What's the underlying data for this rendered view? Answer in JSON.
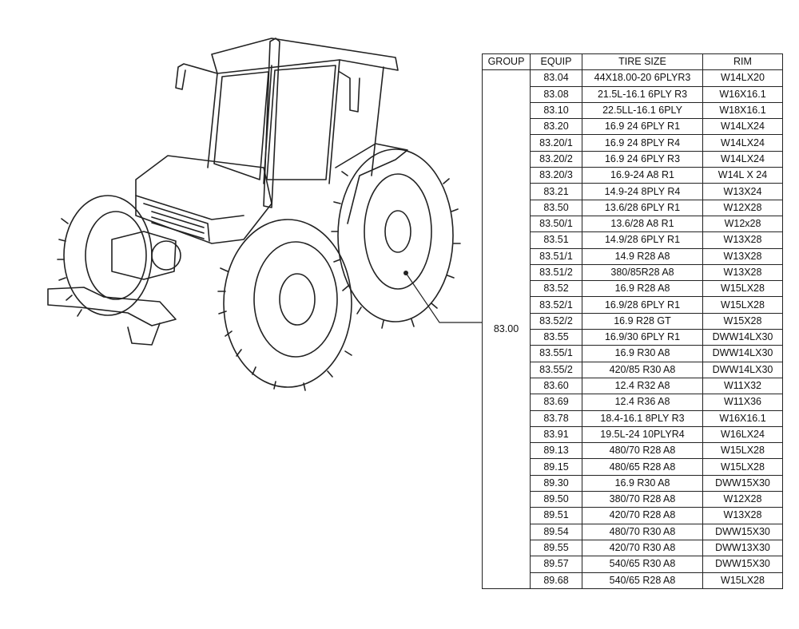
{
  "table": {
    "headers": [
      "GROUP",
      "EQUIP",
      "TIRE SIZE",
      "RIM"
    ],
    "group": "83.00",
    "rows": [
      {
        "equip": "83.04",
        "tire": "44X18.00-20 6PLYR3",
        "rim": "W14LX20"
      },
      {
        "equip": "83.08",
        "tire": "21.5L-16.1 6PLY R3",
        "rim": "W16X16.1"
      },
      {
        "equip": "83.10",
        "tire": "22.5LL-16.1 6PLY",
        "rim": "W18X16.1"
      },
      {
        "equip": "83.20",
        "tire": "16.9 24 6PLY R1",
        "rim": "W14LX24"
      },
      {
        "equip": "83.20/1",
        "tire": "16.9 24 8PLY R4",
        "rim": "W14LX24"
      },
      {
        "equip": "83.20/2",
        "tire": "16.9 24 6PLY R3",
        "rim": "W14LX24"
      },
      {
        "equip": "83.20/3",
        "tire": "16.9-24 A8 R1",
        "rim": "W14L X 24"
      },
      {
        "equip": "83.21",
        "tire": "14.9-24 8PLY R4",
        "rim": "W13X24"
      },
      {
        "equip": "83.50",
        "tire": "13.6/28 6PLY R1",
        "rim": "W12X28"
      },
      {
        "equip": "83.50/1",
        "tire": "13.6/28 A8 R1",
        "rim": "W12x28"
      },
      {
        "equip": "83.51",
        "tire": "14.9/28 6PLY R1",
        "rim": "W13X28"
      },
      {
        "equip": "83.51/1",
        "tire": "14.9 R28 A8",
        "rim": "W13X28"
      },
      {
        "equip": "83.51/2",
        "tire": "380/85R28 A8",
        "rim": "W13X28"
      },
      {
        "equip": "83.52",
        "tire": "16.9 R28 A8",
        "rim": "W15LX28"
      },
      {
        "equip": "83.52/1",
        "tire": "16.9/28 6PLY R1",
        "rim": "W15LX28"
      },
      {
        "equip": "83.52/2",
        "tire": "16.9 R28 GT",
        "rim": "W15X28"
      },
      {
        "equip": "83.55",
        "tire": "16.9/30 6PLY R1",
        "rim": "DWW14LX30"
      },
      {
        "equip": "83.55/1",
        "tire": "16.9 R30 A8",
        "rim": "DWW14LX30"
      },
      {
        "equip": "83.55/2",
        "tire": "420/85 R30 A8",
        "rim": "DWW14LX30"
      },
      {
        "equip": "83.60",
        "tire": "12.4 R32 A8",
        "rim": "W11X32"
      },
      {
        "equip": "83.69",
        "tire": "12.4 R36 A8",
        "rim": "W11X36"
      },
      {
        "equip": "83.78",
        "tire": "18.4-16.1 8PLY R3",
        "rim": "W16X16.1"
      },
      {
        "equip": "83.91",
        "tire": "19.5L-24 10PLYR4",
        "rim": "W16LX24"
      },
      {
        "equip": "89.13",
        "tire": "480/70 R28 A8",
        "rim": "W15LX28"
      },
      {
        "equip": "89.15",
        "tire": "480/65 R28 A8",
        "rim": "W15LX28"
      },
      {
        "equip": "89.30",
        "tire": "16.9 R30 A8",
        "rim": "DWW15X30"
      },
      {
        "equip": "89.50",
        "tire": "380/70 R28 A8",
        "rim": "W12X28"
      },
      {
        "equip": "89.51",
        "tire": "420/70 R28 A8",
        "rim": "W13X28"
      },
      {
        "equip": "89.54",
        "tire": "480/70 R30 A8",
        "rim": "DWW15X30"
      },
      {
        "equip": "89.55",
        "tire": "420/70 R30 A8",
        "rim": "DWW13X30"
      },
      {
        "equip": "89.57",
        "tire": "540/65 R30 A8",
        "rim": "DWW15X30"
      },
      {
        "equip": "89.68",
        "tire": "540/65 R28 A8",
        "rim": "W15LX28"
      }
    ]
  },
  "illustration": {
    "subject": "tractor-line-drawing",
    "line_color": "#222222"
  }
}
